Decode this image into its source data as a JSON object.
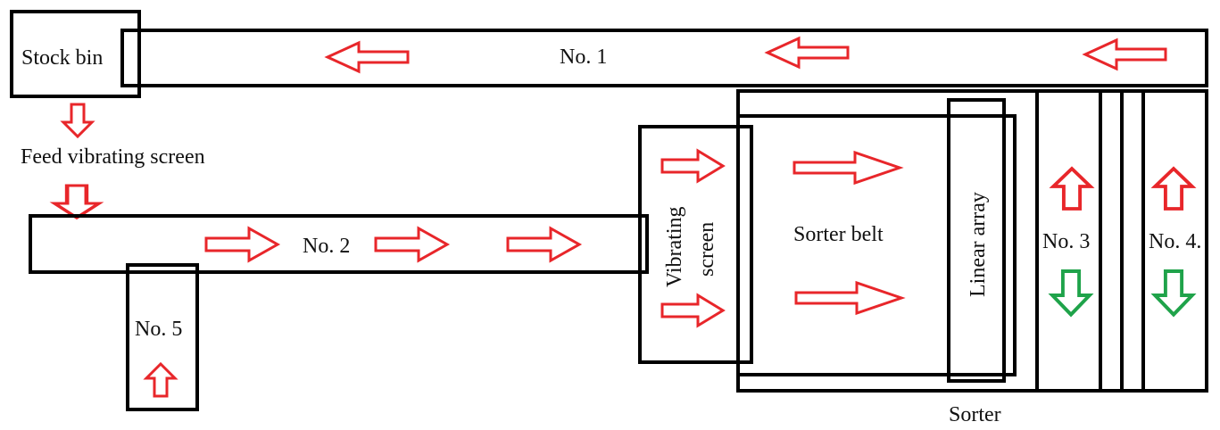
{
  "colors": {
    "outline": "#000000",
    "flow_arrow": "#e8262a",
    "output_arrow": "#1fa34a",
    "text": "#111111"
  },
  "labels": {
    "stock_bin": "Stock bin",
    "conveyor_1": "No. 1",
    "feed_screen": "Feed vibrating screen",
    "conveyor_2": "No. 2",
    "conveyor_5": "No. 5",
    "vibrating_screen_line1": "Vibrating",
    "vibrating_screen_line2": "screen",
    "sorter_belt": "Sorter belt",
    "linear_array": "Linear array",
    "conveyor_3": "No. 3",
    "conveyor_4": "No. 4.",
    "sorter": "Sorter"
  },
  "arrows": {
    "conveyor_1": "left",
    "feed": "down",
    "conveyor_2": "right",
    "conveyor_5": "up",
    "into_sorter": "right",
    "sorter_belt": "right",
    "conveyor_3": [
      "up",
      "down"
    ],
    "conveyor_4": [
      "up",
      "down"
    ]
  }
}
